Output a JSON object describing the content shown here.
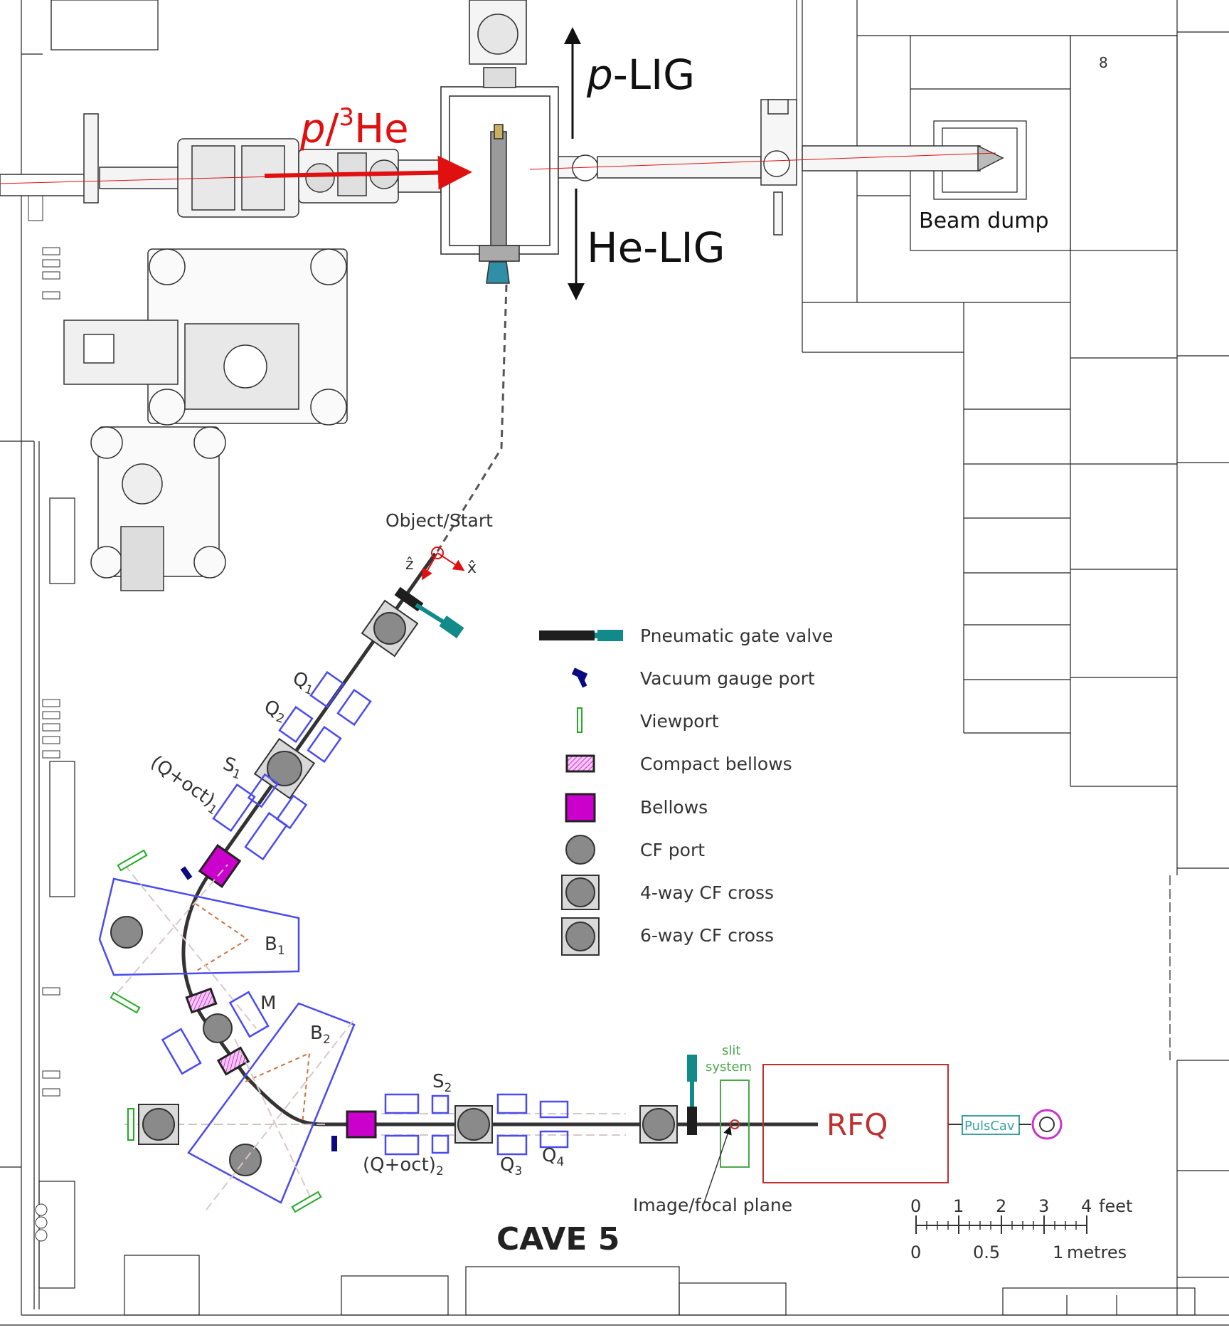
{
  "top_labels": {
    "beam_prefix": "p",
    "beam_slash": "/",
    "beam_superscript": "3",
    "beam_suffix": "He",
    "p_lig_prefix": "p",
    "p_lig_suffix": "-LIG",
    "he_lig": "He-LIG",
    "beam_dump": "Beam dump",
    "floor_number": "8"
  },
  "optics_labels": {
    "object_start": "Object/Start",
    "z_axis": "ẑ",
    "x_axis": "x̂",
    "q1": "Q",
    "q1_sub": "1",
    "q2": "Q",
    "q2_sub": "2",
    "s1": "S",
    "s1_sub": "1",
    "qoct1": "(Q+oct)",
    "qoct1_sub": "1",
    "b1": "B",
    "b1_sub": "1",
    "m": "M",
    "b2": "B",
    "b2_sub": "2",
    "s2": "S",
    "s2_sub": "2",
    "qoct2": "(Q+oct)",
    "qoct2_sub": "2",
    "q3": "Q",
    "q3_sub": "3",
    "q4": "Q",
    "q4_sub": "4",
    "slit_line1": "slit",
    "slit_line2": "system",
    "rfq": "RFQ",
    "pulscav": "PulsCav",
    "image_focal_plane": "Image/focal plane",
    "cave": "CAVE 5"
  },
  "legend": {
    "items": [
      {
        "label": "Pneumatic gate valve",
        "icon": "gate-valve-icon"
      },
      {
        "label": "Vacuum gauge port",
        "icon": "gauge-port-icon"
      },
      {
        "label": "Viewport",
        "icon": "viewport-icon"
      },
      {
        "label": "Compact bellows",
        "icon": "compact-bellows-icon"
      },
      {
        "label": "Bellows",
        "icon": "bellows-icon"
      },
      {
        "label": "CF port",
        "icon": "cf-port-icon"
      },
      {
        "label": "4-way CF cross",
        "icon": "cf-cross-4-icon"
      },
      {
        "label": "6-way CF cross",
        "icon": "cf-cross-6-icon"
      }
    ]
  },
  "scale_bar": {
    "feet_ticks": [
      "0",
      "1",
      "2",
      "3",
      "4"
    ],
    "feet_unit": "feet",
    "metre_ticks": [
      "0",
      "0.5",
      "1"
    ],
    "metre_unit": "metres"
  },
  "colors": {
    "beam_red": "#e01010",
    "magnet_blue": "#4a4af0",
    "gate_teal": "#128a8a",
    "bellows_magenta": "#cc00cc",
    "rfq_red": "#c03030",
    "slit_green": "#4aa84a",
    "pulscav_teal": "#3aa0a0",
    "cf_gray": "#8a8a8a"
  }
}
